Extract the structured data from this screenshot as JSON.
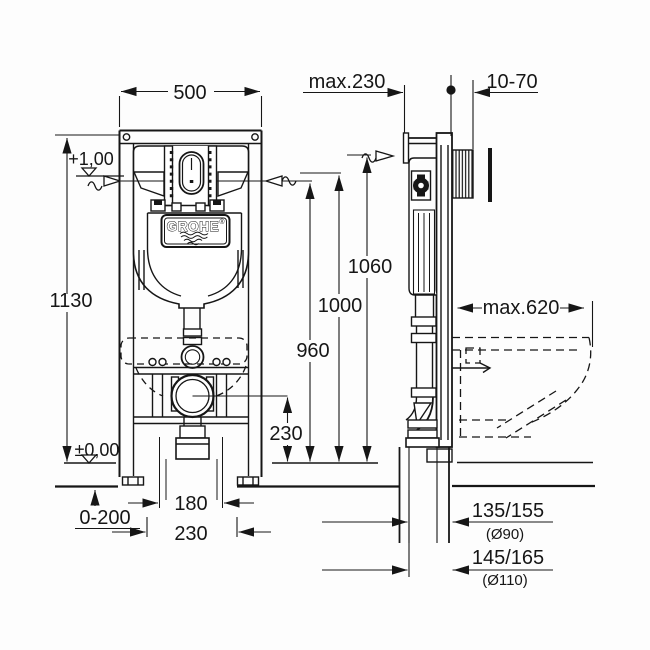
{
  "drawing": {
    "title": "concealed-cistern-installation-frame-dimension-drawing",
    "brand": "GROHE",
    "registered": "®",
    "line_color": "#161616",
    "background": "#fdfdfd",
    "dims": {
      "frame_width": "500",
      "frame_depth_max": "max.230",
      "wall_finish_range": "10-70",
      "total_height": "1130",
      "height_1060": "1060",
      "height_1000": "1000",
      "height_960": "960",
      "outlet_center_height": "230",
      "meter_level": "+1,00",
      "floor_level": "±0,00",
      "foot_adjust_range": "0-200",
      "rod_spacing": "180",
      "fixing_spacing": "230",
      "bowl_depth_max": "max.620",
      "outlet_offset_d90": "135/155",
      "outlet_dia_90": "(Ø90)",
      "outlet_offset_d110": "145/165",
      "outlet_dia_110": "(Ø110)"
    }
  }
}
